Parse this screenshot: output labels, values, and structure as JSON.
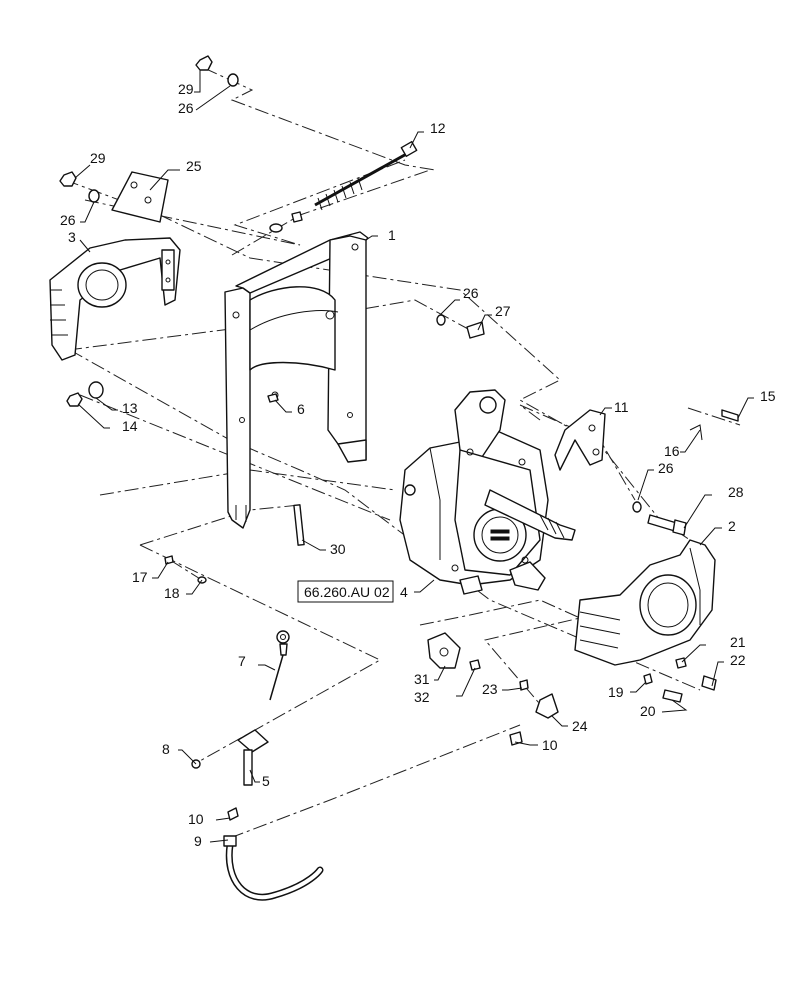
{
  "reference": "66.260.AU 02",
  "callouts": {
    "c1": "1",
    "c2": "2",
    "c3": "3",
    "c4": "4",
    "c5": "5",
    "c6": "6",
    "c7": "7",
    "c8": "8",
    "c9": "9",
    "c10a": "10",
    "c10b": "10",
    "c11": "11",
    "c12": "12",
    "c13": "13",
    "c14": "14",
    "c15": "15",
    "c16": "16",
    "c17": "17",
    "c18": "18",
    "c19": "19",
    "c20": "20",
    "c21": "21",
    "c22": "22",
    "c23": "23",
    "c24": "24",
    "c25": "25",
    "c26a": "26",
    "c26b": "26",
    "c26c": "26",
    "c26d": "26",
    "c27": "27",
    "c28": "28",
    "c29a": "29",
    "c29b": "29",
    "c30": "30",
    "c31": "31",
    "c32": "32"
  }
}
